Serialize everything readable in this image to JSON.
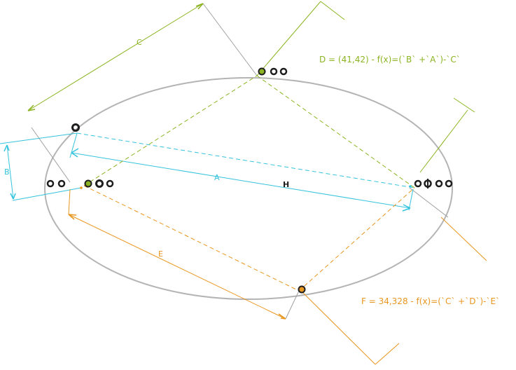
{
  "labels": {
    "A": "A",
    "B": "B",
    "C": "C",
    "E": "E",
    "center": "H"
  },
  "formulas": {
    "D": "D = (41,42) - f(x)=(`B` +`A`)-`C`",
    "F": "F = 34,328 - f(x)=(`C` +`D`)-`E`"
  },
  "colors": {
    "ellipse": "#b4b4b4",
    "cyan": "#34c3dc",
    "green": "#8cb422",
    "orange": "#e8961e",
    "gray_line": "#a0a0a0",
    "symbol": "#1e1e1e"
  },
  "icons": [
    "constraint-circle-icon",
    "coincident-icon",
    "tangent-icon",
    "parallel-icon",
    "perpendicular-icon"
  ]
}
